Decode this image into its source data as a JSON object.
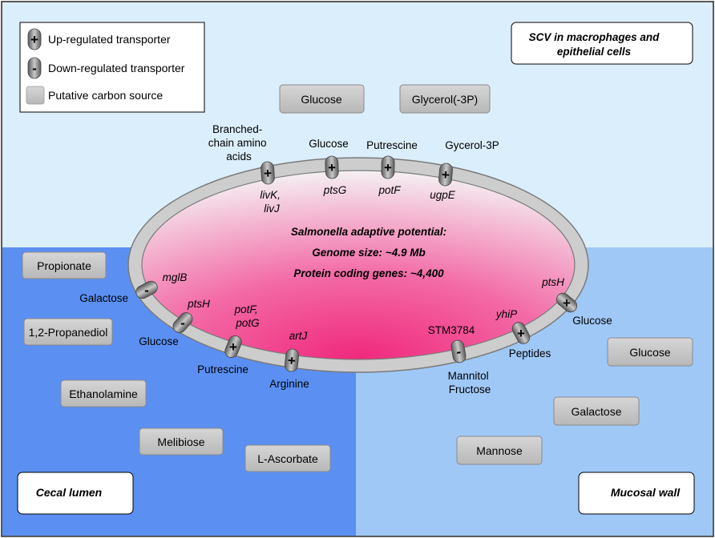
{
  "regions": {
    "scv": "SCV in macrophages and epithelial cells",
    "scv_line1": "SCV in macrophages and",
    "scv_line2": "epithelial cells",
    "cecal": "Cecal lumen",
    "mucosal": "Mucosal wall"
  },
  "legend": {
    "up": "Up-regulated transporter",
    "down": "Down-regulated transporter",
    "carbon": "Putative carbon source"
  },
  "cell": {
    "line1": "Salmonella adaptive potential:",
    "line2": "Genome size: ~4.9 Mb",
    "line3": "Protein coding genes: ~4,400"
  },
  "carbon_sources": {
    "scv": [
      "Glucose",
      "Glycerol(-3P)"
    ],
    "cecal": [
      "Propionate",
      "1,2-Propanediol",
      "Ethanolamine",
      "Melibiose",
      "L-Ascorbate"
    ],
    "mucosal": [
      "Glucose",
      "Galactose",
      "Mannose"
    ]
  },
  "transporters": [
    {
      "sign": "+",
      "gene": "livK, livJ",
      "substrate": "Branched-chain amino acids"
    },
    {
      "sign": "+",
      "gene": "ptsG",
      "substrate": "Glucose"
    },
    {
      "sign": "+",
      "gene": "potF",
      "substrate": "Putrescine"
    },
    {
      "sign": "+",
      "gene": "ugpE",
      "substrate": "Gycerol-3P"
    },
    {
      "sign": "-",
      "gene": "mglB",
      "substrate": "Galactose"
    },
    {
      "sign": "-",
      "gene": "ptsH",
      "substrate": "Glucose"
    },
    {
      "sign": "+",
      "gene": "potF, potG",
      "substrate": "Putrescine"
    },
    {
      "sign": "+",
      "gene": "artJ",
      "substrate": "Arginine"
    },
    {
      "sign": "-",
      "gene": "STM3784",
      "substrate": "Mannitol Fructose"
    },
    {
      "sign": "+",
      "gene": "yhiP",
      "substrate": "Peptides"
    },
    {
      "sign": "+",
      "gene": "ptsH",
      "substrate": "Glucose"
    }
  ],
  "colors": {
    "scv_bg": "#dbeefb",
    "cecal_bg": "#5b8ff2",
    "mucosal_bg": "#9fc8f7",
    "cell_fill": "#f0408a",
    "membrane": "#c8c8c8",
    "carbon_box": "#c8c8c8"
  }
}
